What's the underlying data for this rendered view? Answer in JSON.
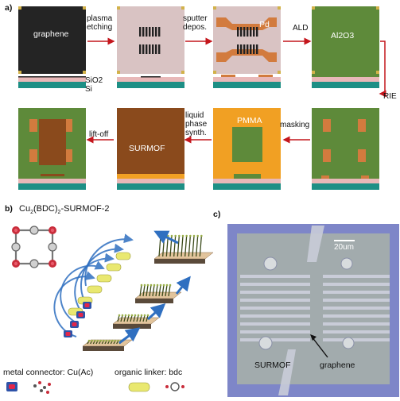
{
  "panel_a": {
    "letter": "a)",
    "row1": [
      {
        "label": "graphene",
        "top_color": "#242424"
      },
      {
        "label": "",
        "top_color": "#d9c3c3"
      },
      {
        "label": "Pd",
        "top_color": "#d9c3c3"
      },
      {
        "label": "Al2O3",
        "top_color": "#5e8a3a"
      }
    ],
    "row2": [
      {
        "label": "",
        "top_color": "#5e8a3a"
      },
      {
        "label": "SURMOF",
        "top_color": "#8a4a1c"
      },
      {
        "label": "PMMA",
        "top_color": "#f1a023"
      },
      {
        "label": "",
        "top_color": "#5e8a3a"
      }
    ],
    "steps_row1": [
      {
        "label": "plasma\netching"
      },
      {
        "label": "sputter\ndepos."
      },
      {
        "label": "ALD"
      }
    ],
    "step_down": "RIE",
    "steps_row2": [
      {
        "label": "masking"
      },
      {
        "label": "liquid\nphase\nsynth."
      },
      {
        "label": "lift-off"
      }
    ],
    "layer_labels": {
      "sio2": "SiO2",
      "si": "Si"
    },
    "colors": {
      "arrow": "#c4161c",
      "silicon": "#1d8f85",
      "sio2": "#e8b8b8",
      "electrode": "#d27b3e",
      "al2o3": "#5e8a3a",
      "pmma": "#f1a023",
      "surmof": "#8a4a1c",
      "graphene": "#242424"
    }
  },
  "panel_b": {
    "letter": "b)",
    "title": "Cu2(BDC)2-SURMOF-2",
    "title_base": "Cu",
    "title_sub1": "2",
    "title_mid": "(BDC)",
    "title_sub2": "2",
    "title_end": "-SURMOF-2",
    "legend_connector": "metal connector: Cu(Ac)",
    "legend_linker": "organic linker: bdc",
    "colors": {
      "connector": "#e2264a",
      "connector_frame": "#2e53a8",
      "linker": "#e9e870",
      "arrow": "#2f6fc0"
    }
  },
  "panel_c": {
    "letter": "c)",
    "scale_bar": "20um",
    "label_surmof": "SURMOF",
    "label_graphene": "graphene",
    "colors": {
      "background": "#7e86c8",
      "film": "#a8b2a8",
      "electrode": "#c9ccd8"
    }
  }
}
